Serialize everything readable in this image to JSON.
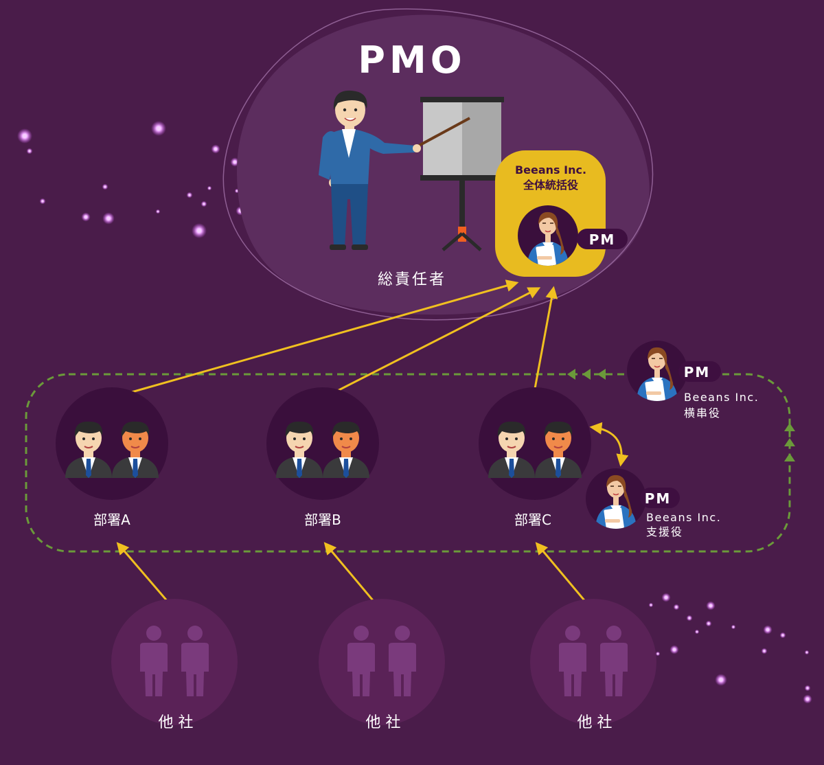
{
  "pmo": {
    "title": "PMO",
    "executive_label": "総責任者",
    "lead": {
      "company": "Beeans Inc.",
      "role": "全体統括役",
      "badge": "PM"
    }
  },
  "coordinator": {
    "badge": "PM",
    "company": "Beeans Inc.",
    "role": "横串役"
  },
  "support": {
    "badge": "PM",
    "company": "Beeans Inc.",
    "role": "支援役"
  },
  "departments": [
    {
      "label": "部署A"
    },
    {
      "label": "部署B"
    },
    {
      "label": "部署C"
    }
  ],
  "partners": [
    {
      "label": "他 社"
    },
    {
      "label": "他 社"
    },
    {
      "label": "他 社"
    }
  ],
  "colors": {
    "background": "#4a1c4a",
    "pmo_blob": "#5c2d5e",
    "circle_dark": "#3a0f3c",
    "lead_card": "#e8bb20",
    "arrow": "#f0c020",
    "dashed_loop": "#6b9a3a",
    "partner_circle": "#5a2257",
    "partner_figure": "#7a3a7c",
    "pill": "#3e0f40"
  },
  "icons": {
    "executive": "presenter-icon",
    "pm_person": "woman-with-document-icon",
    "department": "two-businessmen-icon",
    "partner": "two-people-silhouette-icon"
  }
}
